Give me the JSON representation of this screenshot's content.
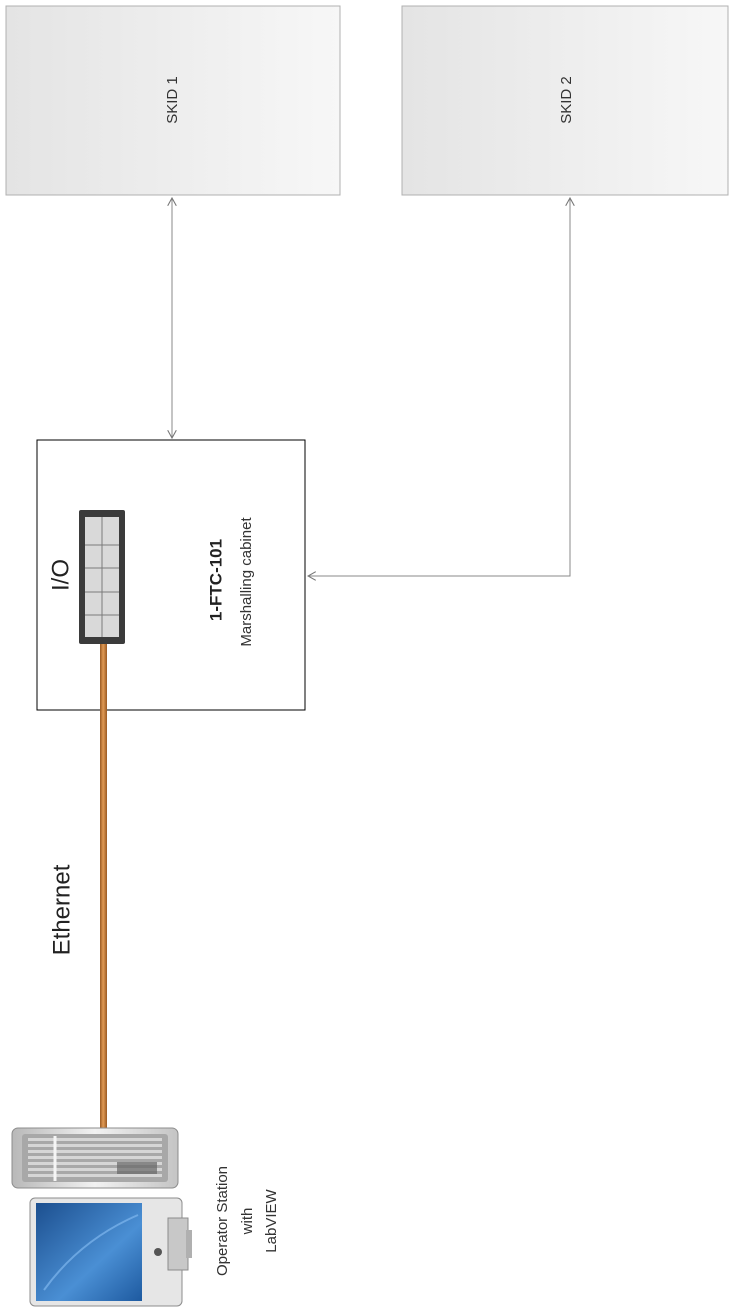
{
  "skid1": {
    "label": "SKID 1"
  },
  "skid2": {
    "label": "SKID 2"
  },
  "cabinet": {
    "tag": "1-FTC-101",
    "name": "Marshalling cabinet",
    "io_label": "I/O"
  },
  "link": {
    "label": "Ethernet",
    "color": "#cc8040"
  },
  "station": {
    "line1": "Operator Station",
    "line2": "with",
    "line3": "LabVIEW"
  },
  "colors": {
    "connector": "#888888",
    "box_border": "#b0b0b0",
    "cabinet_border": "#000000"
  }
}
